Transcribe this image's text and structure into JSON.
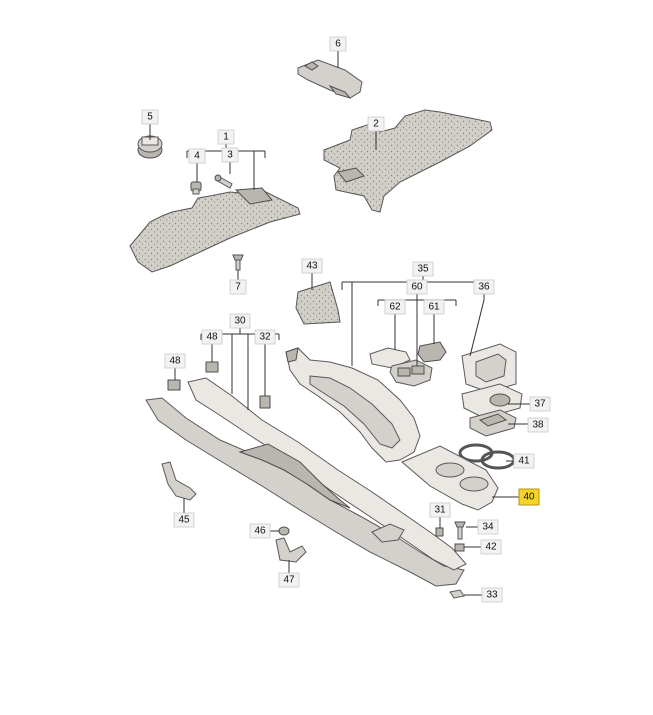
{
  "accent_color": "#f5d327",
  "highlighted_part": "40",
  "callouts": {
    "c1": "1",
    "c2": "2",
    "c3": "3",
    "c4": "4",
    "c5": "5",
    "c6": "6",
    "c7": "7",
    "c30": "30",
    "c31": "31",
    "c32": "32",
    "c33": "33",
    "c34": "34",
    "c35": "35",
    "c36": "36",
    "c37": "37",
    "c38": "38",
    "c40": "40",
    "c41": "41",
    "c42": "42",
    "c43": "43",
    "c45": "45",
    "c46": "46",
    "c47": "47",
    "c48a": "48",
    "c48b": "48",
    "c60": "60",
    "c61": "61",
    "c62": "62"
  }
}
